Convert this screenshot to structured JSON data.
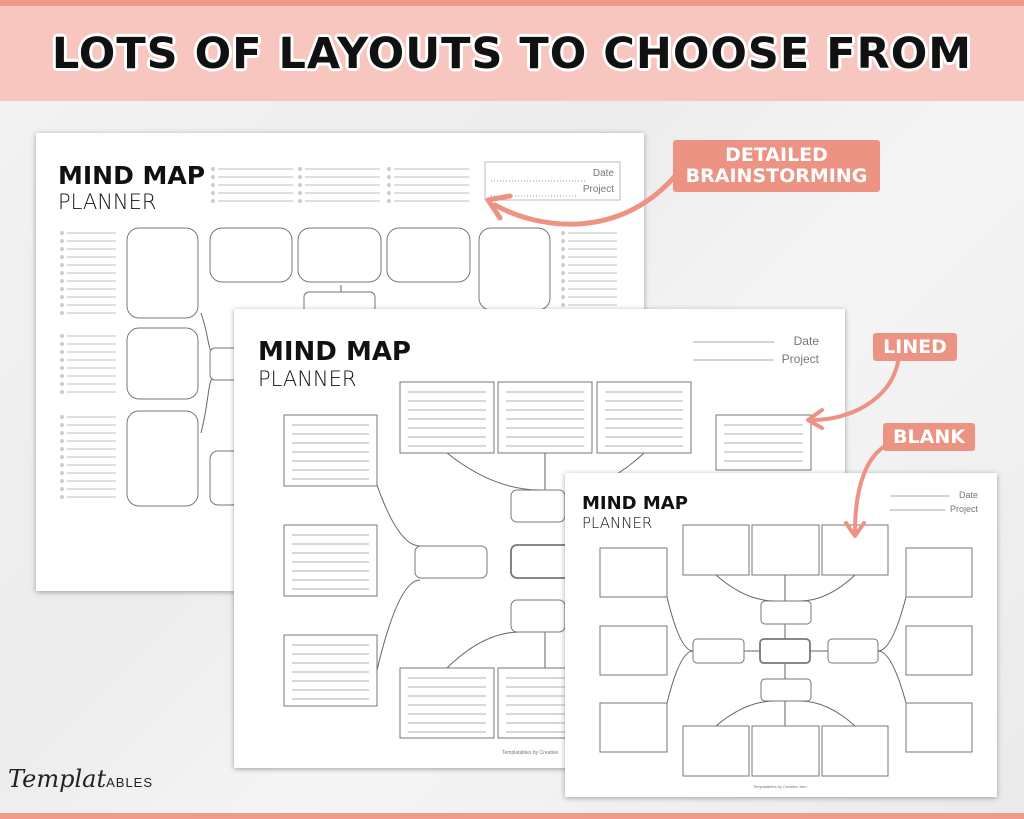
{
  "header": {
    "title": "LOTS OF LAYOUTS TO CHOOSE FROM"
  },
  "colors": {
    "accent": "#ec9383",
    "band": "#f7c6bf"
  },
  "pages": [
    {
      "title": "MIND MAP",
      "subtitle": "PLANNER",
      "date_label": "Date",
      "project_label": "Project"
    },
    {
      "title": "MIND MAP",
      "subtitle": "PLANNER",
      "date_label": "Date",
      "project_label": "Project",
      "footer": "Templatables by Creative"
    },
    {
      "title": "MIND MAP",
      "subtitle": "PLANNER",
      "date_label": "Date",
      "project_label": "Project",
      "footer": "Templatables by Creative Jam"
    }
  ],
  "tags": {
    "detailed": "DETAILED BRAINSTORMING",
    "lined": "LINED",
    "blank": "BLANK"
  },
  "logo": {
    "script": "Templat",
    "caps": "ABLES"
  }
}
